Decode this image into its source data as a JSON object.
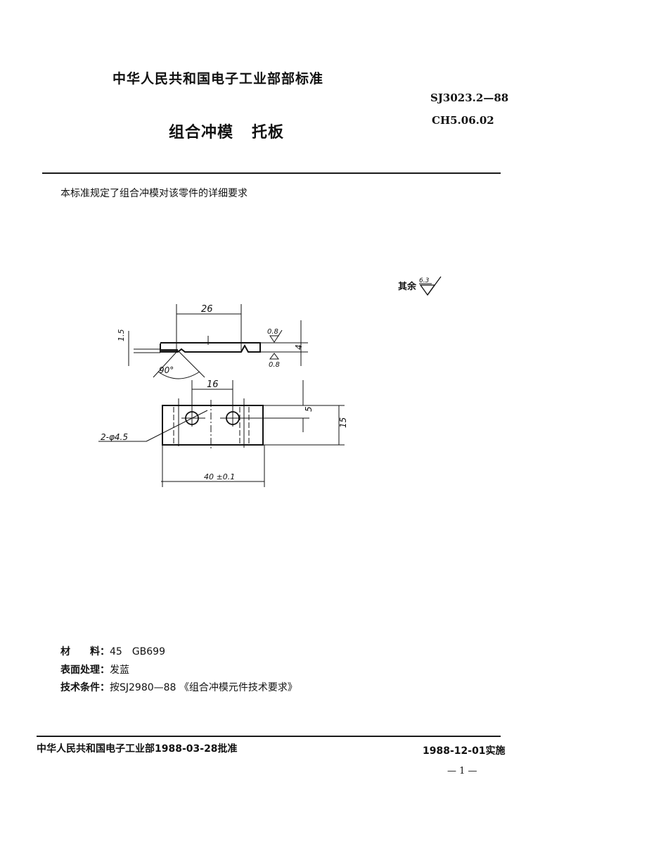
{
  "header": {
    "ministry_standard": "中华人民共和国电子工业部部标准",
    "standard_number": "SJ3023.2—88",
    "classification_code": "CH5.06.02",
    "title_part1": "组合冲模",
    "title_part2": "托板"
  },
  "scope_text": "本标准规定了组合冲模对该零件的详细要求",
  "drawing": {
    "surface_roughness_note": "其余",
    "surface_roughness_default": "6.3",
    "side_view": {
      "dim_groove_spacing": "26",
      "dim_step_height": "1.5",
      "dim_thickness": "4",
      "angle": "90°",
      "roughness_top": "0.8",
      "roughness_bottom": "0.8"
    },
    "top_view": {
      "dim_hole_spacing": "16",
      "dim_hole_offset": "5",
      "dim_width": "15",
      "dim_length": "40 ±0.1",
      "hole_callout": "2-φ4.5"
    }
  },
  "specs": {
    "material_label": "材　　料：",
    "material_value": "45　GB699",
    "surface_label": "表面处理：",
    "surface_value": "发蓝",
    "tech_label": "技术条件：",
    "tech_value": "按SJ2980—88 《组合冲模元件技术要求》"
  },
  "footer": {
    "approved": "中华人民共和国电子工业部1988-03-28批准",
    "effective": "1988-12-01实施",
    "page": "— 1 —"
  }
}
